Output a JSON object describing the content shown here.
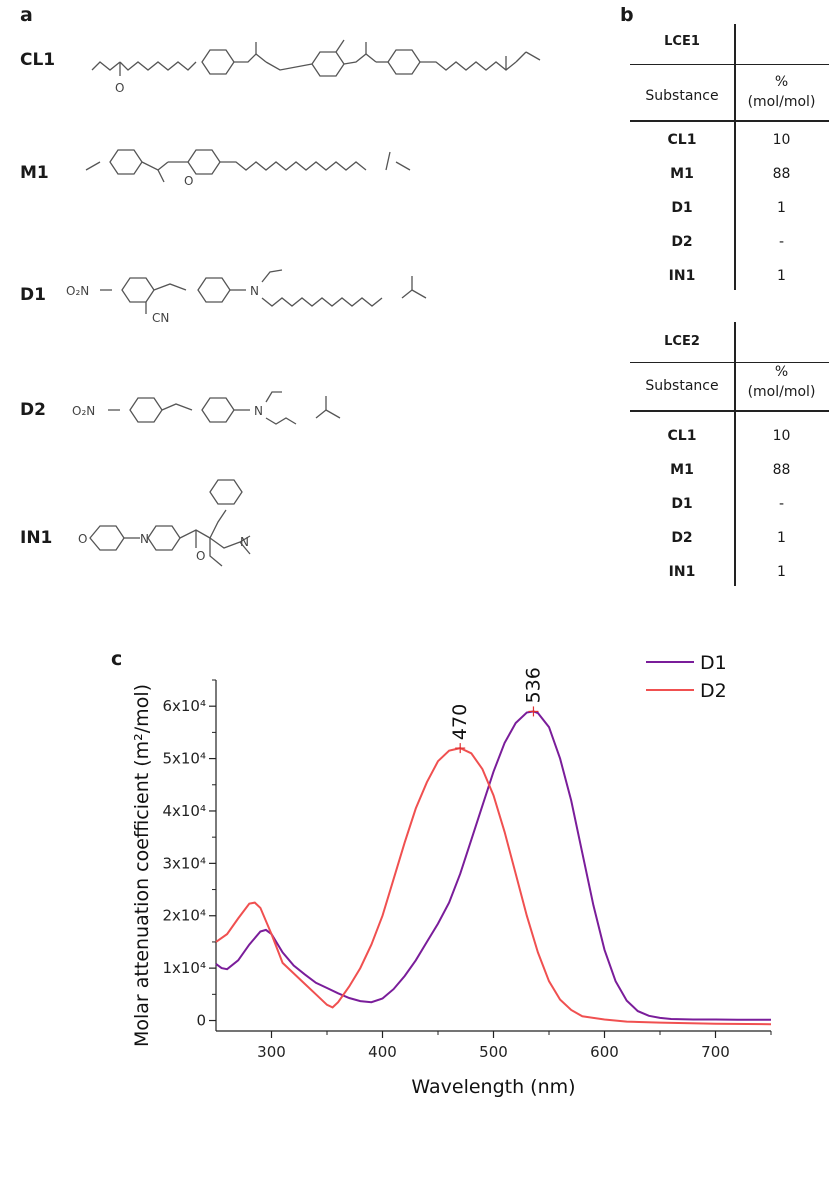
{
  "panels": {
    "a": "a",
    "b": "b",
    "c": "c"
  },
  "compounds": [
    {
      "label": "CL1"
    },
    {
      "label": "M1"
    },
    {
      "label": "D1"
    },
    {
      "label": "D2"
    },
    {
      "label": "IN1"
    }
  ],
  "atoms": {
    "O": "O",
    "N": "N",
    "NO2": "O₂N",
    "CN": "CN"
  },
  "tables": [
    {
      "title": "LCE1",
      "col1": "Substance",
      "col2_line1": "%",
      "col2_line2": "(mol/mol)",
      "rows": [
        {
          "name": "CL1",
          "value": "10"
        },
        {
          "name": "M1",
          "value": "88"
        },
        {
          "name": "D1",
          "value": "1"
        },
        {
          "name": "D2",
          "value": "-"
        },
        {
          "name": "IN1",
          "value": "1"
        }
      ]
    },
    {
      "title": "LCE2",
      "col1": "Substance",
      "col2_line1": "%",
      "col2_line2": "(mol/mol)",
      "rows": [
        {
          "name": "CL1",
          "value": "10"
        },
        {
          "name": "M1",
          "value": "88"
        },
        {
          "name": "D1",
          "value": "-"
        },
        {
          "name": "D2",
          "value": "1"
        },
        {
          "name": "IN1",
          "value": "1"
        }
      ]
    }
  ],
  "colors": {
    "D1": "#7a1d9a",
    "D2": "#f05050"
  },
  "chart_data": {
    "type": "line",
    "xlabel": "Wavelength (nm)",
    "ylabel": "Molar attenuation coefficient (m²/mol)",
    "xlim": [
      250,
      750
    ],
    "ylim": [
      -2000,
      65000
    ],
    "xticks": [
      "300",
      "400",
      "500",
      "600",
      "700"
    ],
    "yticks": [
      "0",
      "1x10⁴",
      "2x10⁴",
      "3x10⁴",
      "4x10⁴",
      "5x10⁴",
      "6x10⁴"
    ],
    "legend": "top-right",
    "annotations": [
      {
        "x": 470,
        "y": 52000,
        "text": "470"
      },
      {
        "x": 536,
        "y": 59000,
        "text": "536"
      }
    ],
    "series": [
      {
        "name": "D1",
        "color": "#7a1d9a",
        "x": [
          250,
          255,
          260,
          270,
          280,
          290,
          295,
          300,
          310,
          320,
          330,
          340,
          350,
          360,
          370,
          380,
          390,
          400,
          410,
          420,
          430,
          440,
          450,
          460,
          470,
          480,
          490,
          500,
          510,
          520,
          530,
          536,
          540,
          550,
          560,
          570,
          580,
          590,
          600,
          610,
          620,
          630,
          640,
          650,
          660,
          680,
          700,
          720,
          750
        ],
        "y": [
          10800,
          10000,
          9800,
          11500,
          14500,
          17000,
          17300,
          16500,
          13000,
          10500,
          8800,
          7200,
          6200,
          5200,
          4300,
          3700,
          3500,
          4200,
          6000,
          8500,
          11500,
          15000,
          18500,
          22500,
          28000,
          34500,
          41000,
          47500,
          53000,
          56800,
          58800,
          59000,
          58700,
          56000,
          50000,
          42000,
          32000,
          22000,
          13500,
          7500,
          3800,
          1800,
          900,
          500,
          300,
          200,
          200,
          150,
          150
        ]
      },
      {
        "name": "D2",
        "color": "#f05050",
        "x": [
          250,
          260,
          270,
          280,
          285,
          290,
          300,
          310,
          320,
          330,
          340,
          350,
          355,
          360,
          370,
          380,
          390,
          400,
          410,
          420,
          430,
          440,
          450,
          460,
          470,
          480,
          490,
          500,
          510,
          520,
          530,
          540,
          550,
          560,
          570,
          580,
          600,
          620,
          650,
          700,
          750
        ],
        "y": [
          15000,
          16500,
          19500,
          22300,
          22500,
          21500,
          16500,
          11000,
          9000,
          7000,
          5000,
          3000,
          2500,
          3500,
          6500,
          10000,
          14500,
          20000,
          27000,
          34000,
          40500,
          45500,
          49500,
          51500,
          52000,
          51000,
          48000,
          43000,
          36000,
          28000,
          20000,
          13000,
          7500,
          4000,
          2000,
          800,
          200,
          -200,
          -400,
          -600,
          -700
        ]
      }
    ]
  }
}
